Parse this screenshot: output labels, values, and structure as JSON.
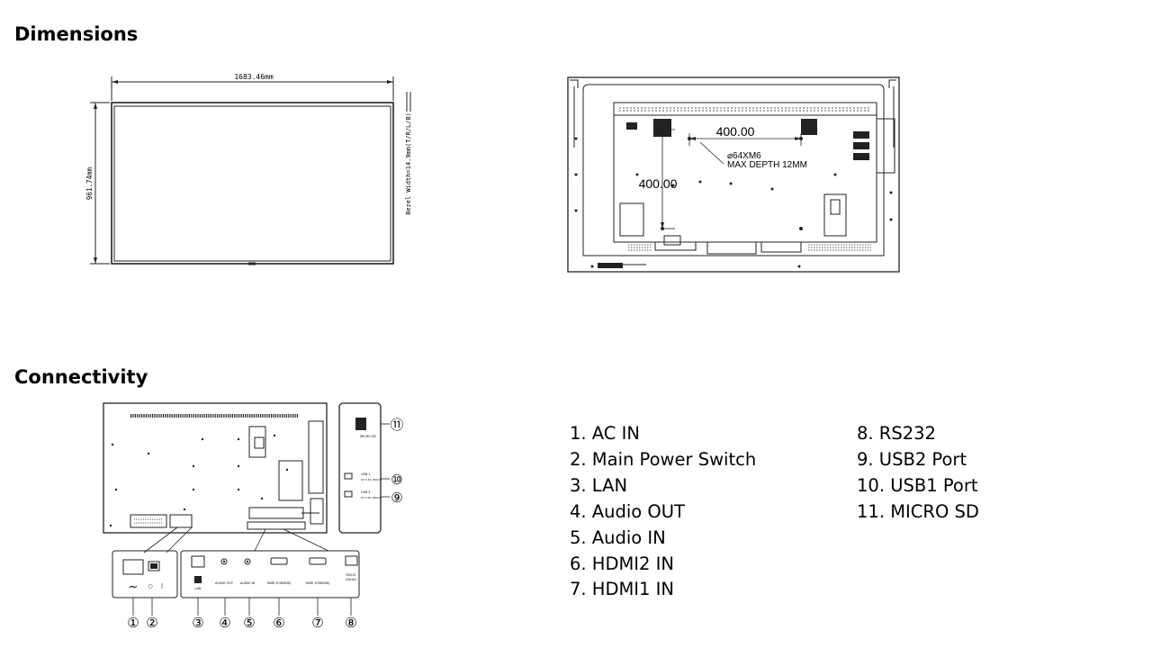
{
  "sections": {
    "dimensions": {
      "title": "Dimensions"
    },
    "connectivity": {
      "title": "Connectivity"
    }
  },
  "front_view": {
    "width_label": "1683.46mm",
    "height_label": "961.74mm",
    "bezel_label": "Bezel Width=14.9mm(T/R/L/B)"
  },
  "rear_view": {
    "vesa_horizontal": "400.00",
    "vesa_vertical": "400.00",
    "screw_spec": "⌀64XM6",
    "max_depth": "MAX DEPTH 12MM"
  },
  "panel_labels": {
    "lan": "LAN",
    "audio_out": "AUDIO OUT",
    "audio_in": "AUDIO IN",
    "hdmi2": "HDMI 2(HDMI4K)",
    "hdmi1": "HDMI 1(HDMI4K)",
    "rs232": "RS232",
    "rs232_sub": "(Serial)",
    "usb2": "USB 2",
    "usb1": "USB 1",
    "usb_sub": "5V 0.5A (MAX)",
    "micro_sd": "MICRO SD",
    "ac_symbol": "∼",
    "switch_on": "○",
    "switch_off": "|"
  },
  "callouts": [
    "①",
    "②",
    "③",
    "④",
    "⑤",
    "⑥",
    "⑦",
    "⑧",
    "⑨",
    "⑩",
    "⑪"
  ],
  "ports": [
    {
      "label": "1. AC IN"
    },
    {
      "label": "2. Main Power Switch"
    },
    {
      "label": "3. LAN"
    },
    {
      "label": "4. Audio OUT"
    },
    {
      "label": "5. Audio IN"
    },
    {
      "label": "6. HDMI2 IN"
    },
    {
      "label": "7. HDMI1 IN"
    },
    {
      "label": "8. RS232"
    },
    {
      "label": "9. USB2 Port"
    },
    {
      "label": "10. USB1 Port"
    },
    {
      "label": "11. MICRO SD"
    }
  ]
}
